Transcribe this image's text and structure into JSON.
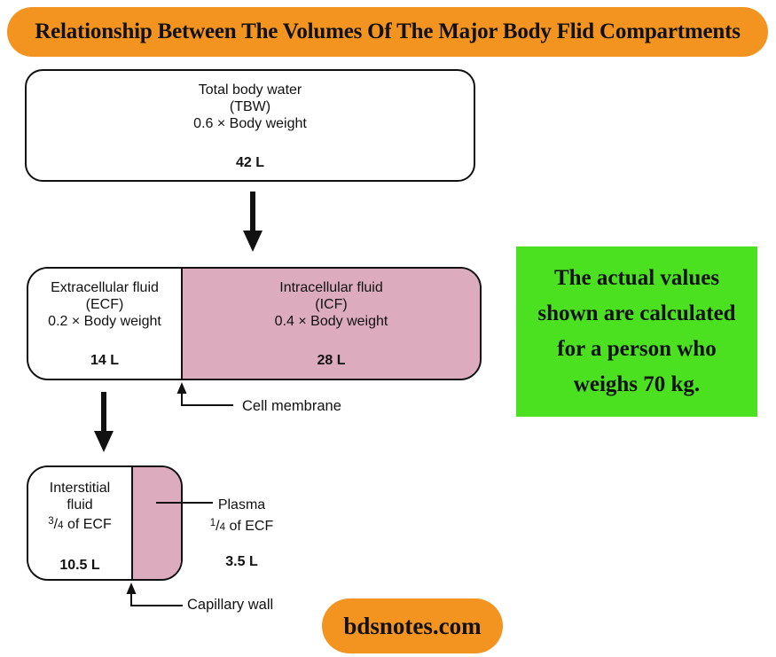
{
  "title": "Relationship Between The Volumes Of The Major Body Flid Compartments",
  "tbw": {
    "line1": "Total body water",
    "line2": "(TBW)",
    "line3": "0.6 × Body weight",
    "value": "42 L"
  },
  "ecf": {
    "line1": "Extracellular fluid",
    "line2": "(ECF)",
    "line3": "0.2 × Body weight",
    "value": "14 L"
  },
  "icf": {
    "line1": "Intracellular fluid",
    "line2": "(ICF)",
    "line3": "0.4 × Body weight",
    "value": "28 L"
  },
  "interstitial": {
    "line1": "Interstitial",
    "line2": "fluid",
    "frac_num": "3",
    "frac_slash": "/",
    "frac_den": "4",
    "frac_suffix": " of ECF",
    "value": "10.5 L"
  },
  "plasma": {
    "name": "Plasma",
    "frac_num": "1",
    "frac_slash": "/",
    "frac_den": "4",
    "frac_suffix": " of ECF",
    "value": "3.5 L"
  },
  "labels": {
    "cell_membrane": "Cell membrane",
    "capillary_wall": "Capillary wall"
  },
  "note": {
    "lines": [
      "The actual values",
      "shown are calculated",
      "for a person who",
      "weighs 70 kg."
    ]
  },
  "footer": {
    "site": "bdsnotes.com"
  },
  "colors": {
    "orange": "#F39420",
    "pink": "#DCABBE",
    "green": "#4CE120",
    "ink": "#111111"
  }
}
